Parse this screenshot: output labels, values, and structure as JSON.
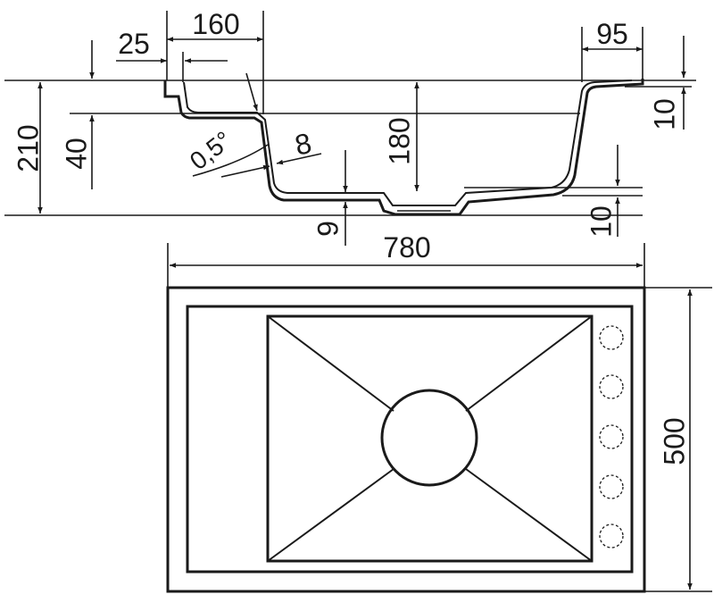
{
  "dimensions": {
    "rim_offset": "25",
    "inner_offset": "160",
    "right_ledge": "95",
    "rim_thickness": "10",
    "total_height": "210",
    "shelf_depth": "40",
    "angle": "0,5°",
    "wall_thickness": "8",
    "bowl_depth": "180",
    "bottom_thickness": "9",
    "base_thickness": "10",
    "overall_width": "780",
    "overall_depth": "500"
  },
  "top_view": {
    "tap_hole_count": 5
  }
}
